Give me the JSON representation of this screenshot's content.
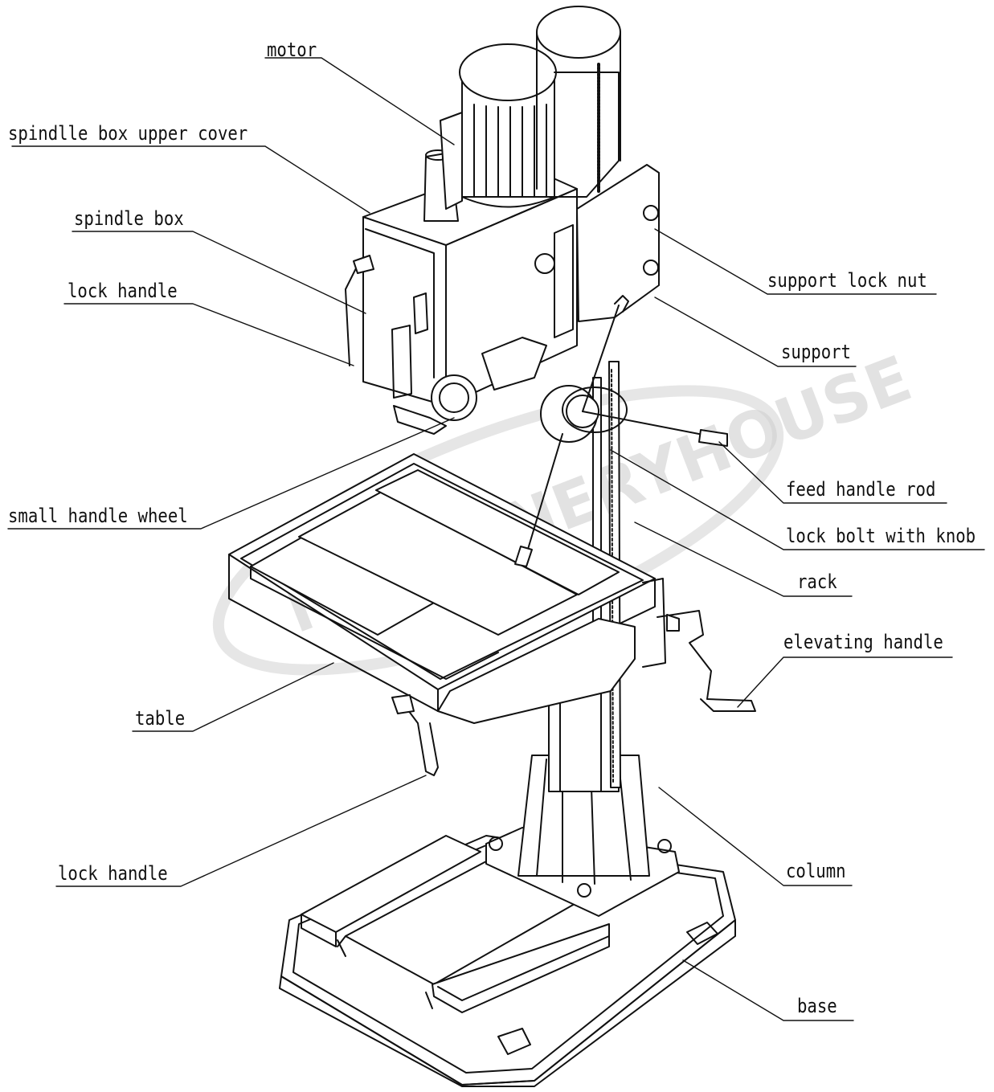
{
  "labels": {
    "motor": "motor",
    "spindle_box_upper_cover": "spindlle box upper cover",
    "spindle_box": "spindle box",
    "lock_handle_upper": "lock handle",
    "small_handle_wheel": "small handle wheel",
    "table": "table",
    "lock_handle_lower": "lock handle",
    "support_lock_nut": "support lock nut",
    "support": "support",
    "feed_handle_rod": "feed handle rod",
    "lock_bolt_with_knob": "lock bolt with knob",
    "rack": "rack",
    "elevating_handle": "elevating handle",
    "column": "column",
    "base": "base"
  },
  "watermark": "MACHINERYHOUSE",
  "colors": {
    "ink": "#111111",
    "watermark": "#cfcfcf"
  }
}
